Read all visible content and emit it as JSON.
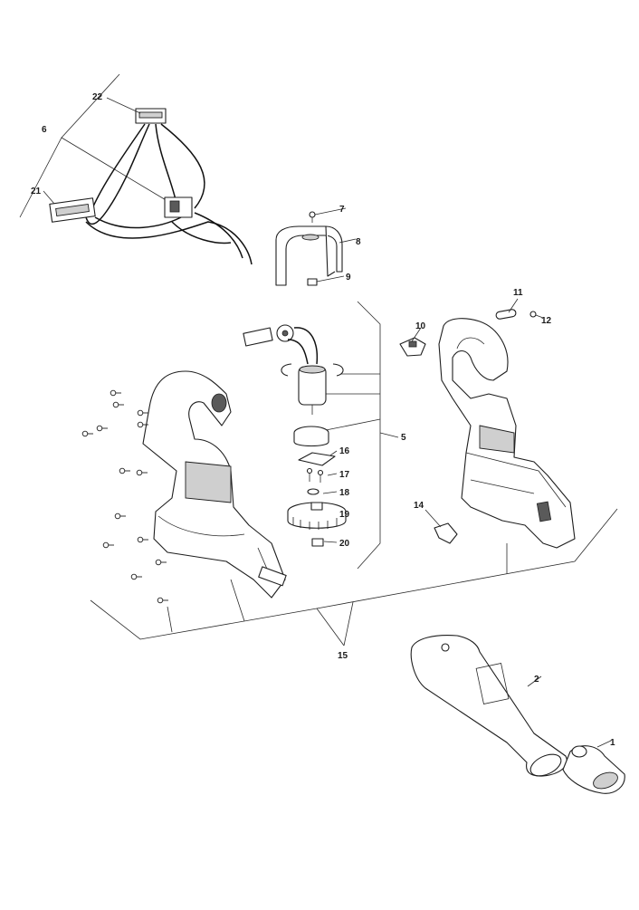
{
  "callouts": [
    {
      "id": "c1",
      "label": "1"
    },
    {
      "id": "c2",
      "label": "2"
    },
    {
      "id": "c5",
      "label": "5"
    },
    {
      "id": "c6",
      "label": "6"
    },
    {
      "id": "c7",
      "label": "7"
    },
    {
      "id": "c8",
      "label": "8"
    },
    {
      "id": "c9",
      "label": "9"
    },
    {
      "id": "c10",
      "label": "10"
    },
    {
      "id": "c11",
      "label": "11"
    },
    {
      "id": "c12",
      "label": "12"
    },
    {
      "id": "c14",
      "label": "14"
    },
    {
      "id": "c15",
      "label": "15"
    },
    {
      "id": "c16",
      "label": "16"
    },
    {
      "id": "c17",
      "label": "17"
    },
    {
      "id": "c18",
      "label": "18"
    },
    {
      "id": "c19",
      "label": "19"
    },
    {
      "id": "c20",
      "label": "20"
    },
    {
      "id": "c21",
      "label": "21"
    },
    {
      "id": "c22",
      "label": "22"
    }
  ]
}
